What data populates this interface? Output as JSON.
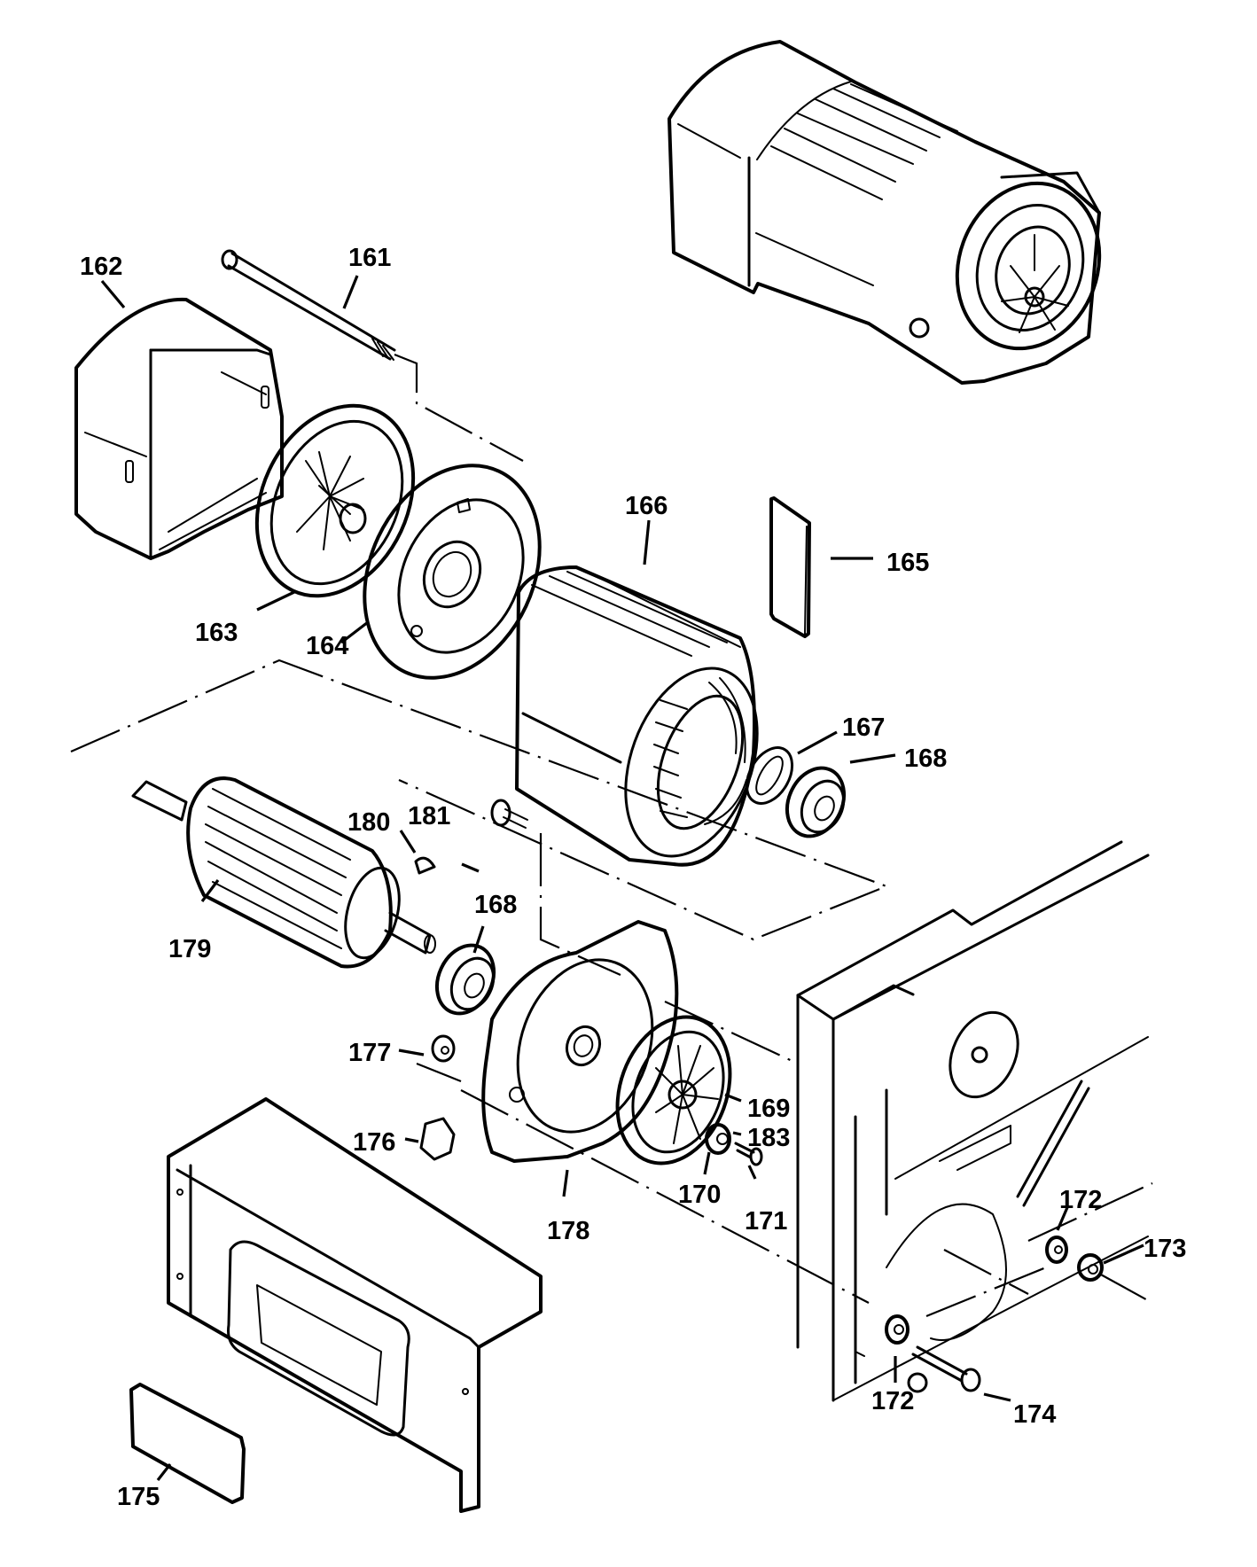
{
  "diagram": {
    "type": "exploded-parts-diagram",
    "subject": "Motor assembly",
    "ink_color": "#000000",
    "background_color": "#ffffff",
    "assembled_view": "assembled-motor",
    "parts": [
      {
        "number": "161",
        "part": "tie-rod"
      },
      {
        "number": "162",
        "part": "fan-cover"
      },
      {
        "number": "163",
        "part": "fan"
      },
      {
        "number": "164",
        "part": "rear-end-shield"
      },
      {
        "number": "165",
        "part": "rating-plate"
      },
      {
        "number": "166",
        "part": "stator-housing"
      },
      {
        "number": "167",
        "part": "wave-washer"
      },
      {
        "number": "168",
        "part": "ball-bearing"
      },
      {
        "number": "169",
        "part": "pulley"
      },
      {
        "number": "170",
        "part": "washer"
      },
      {
        "number": "171",
        "part": "screw"
      },
      {
        "number": "172",
        "part": "washer"
      },
      {
        "number": "173",
        "part": "nut"
      },
      {
        "number": "174",
        "part": "bolt"
      },
      {
        "number": "175",
        "part": "label"
      },
      {
        "number": "176",
        "part": "knob"
      },
      {
        "number": "177",
        "part": "nut"
      },
      {
        "number": "178",
        "part": "front-end-shield"
      },
      {
        "number": "179",
        "part": "rotor"
      },
      {
        "number": "180",
        "part": "key"
      },
      {
        "number": "181",
        "part": "screw"
      },
      {
        "number": "183",
        "part": "washer"
      }
    ],
    "callouts": {
      "c161": "161",
      "c162": "162",
      "c163": "163",
      "c164": "164",
      "c165": "165",
      "c166": "166",
      "c167": "167",
      "c168a": "168",
      "c168b": "168",
      "c169": "169",
      "c170": "170",
      "c171": "171",
      "c172a": "172",
      "c172b": "172",
      "c173": "173",
      "c174": "174",
      "c175": "175",
      "c176": "176",
      "c177": "177",
      "c178": "178",
      "c179": "179",
      "c180": "180",
      "c181": "181",
      "c183": "183"
    }
  }
}
